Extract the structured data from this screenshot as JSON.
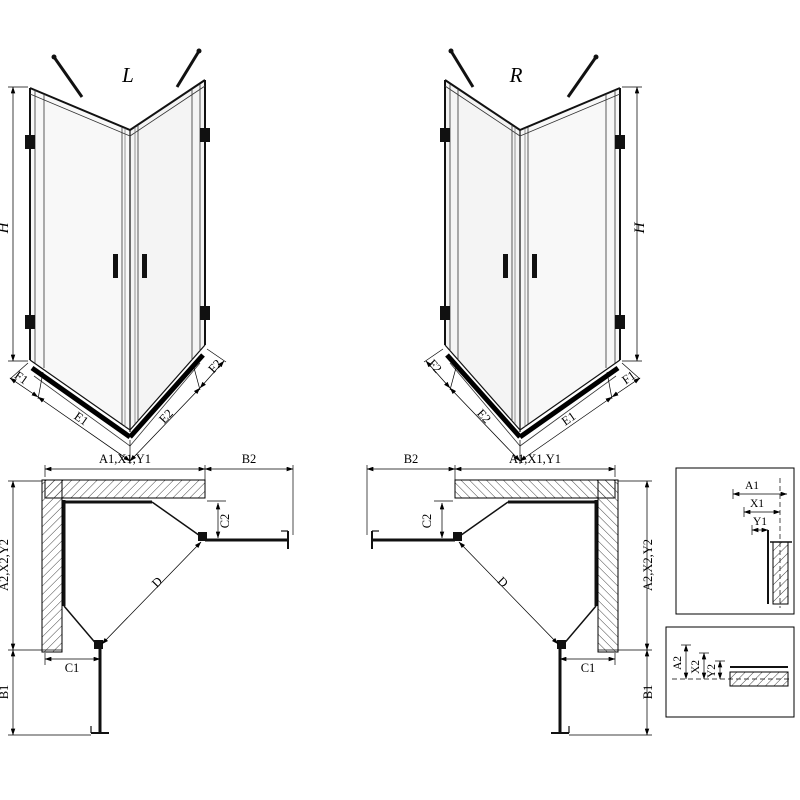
{
  "views": {
    "iso_left": {
      "title": "L",
      "height": "H",
      "f1": "F1",
      "e1": "E1",
      "e2": "E2",
      "f2": "F2"
    },
    "iso_right": {
      "title": "R",
      "height": "H",
      "f1": "F1",
      "e1": "E1",
      "e2": "E2",
      "f2": "F2"
    },
    "plan_left": {
      "width_top": "A1,X1,Y1",
      "b2": "B2",
      "c2": "C2",
      "depth": "A2,X2,Y2",
      "c1": "C1",
      "b1": "B1",
      "d": "D"
    },
    "plan_right": {
      "width_top": "A1,X1,Y1",
      "b2": "B2",
      "c2": "C2",
      "depth": "A2,X2,Y2",
      "c1": "C1",
      "b1": "B1",
      "d": "D"
    },
    "detail_top": {
      "a1": "A1",
      "x1": "X1",
      "y1": "Y1"
    },
    "detail_bottom": {
      "a2": "A2",
      "x2": "X2",
      "y2": "Y2"
    }
  }
}
